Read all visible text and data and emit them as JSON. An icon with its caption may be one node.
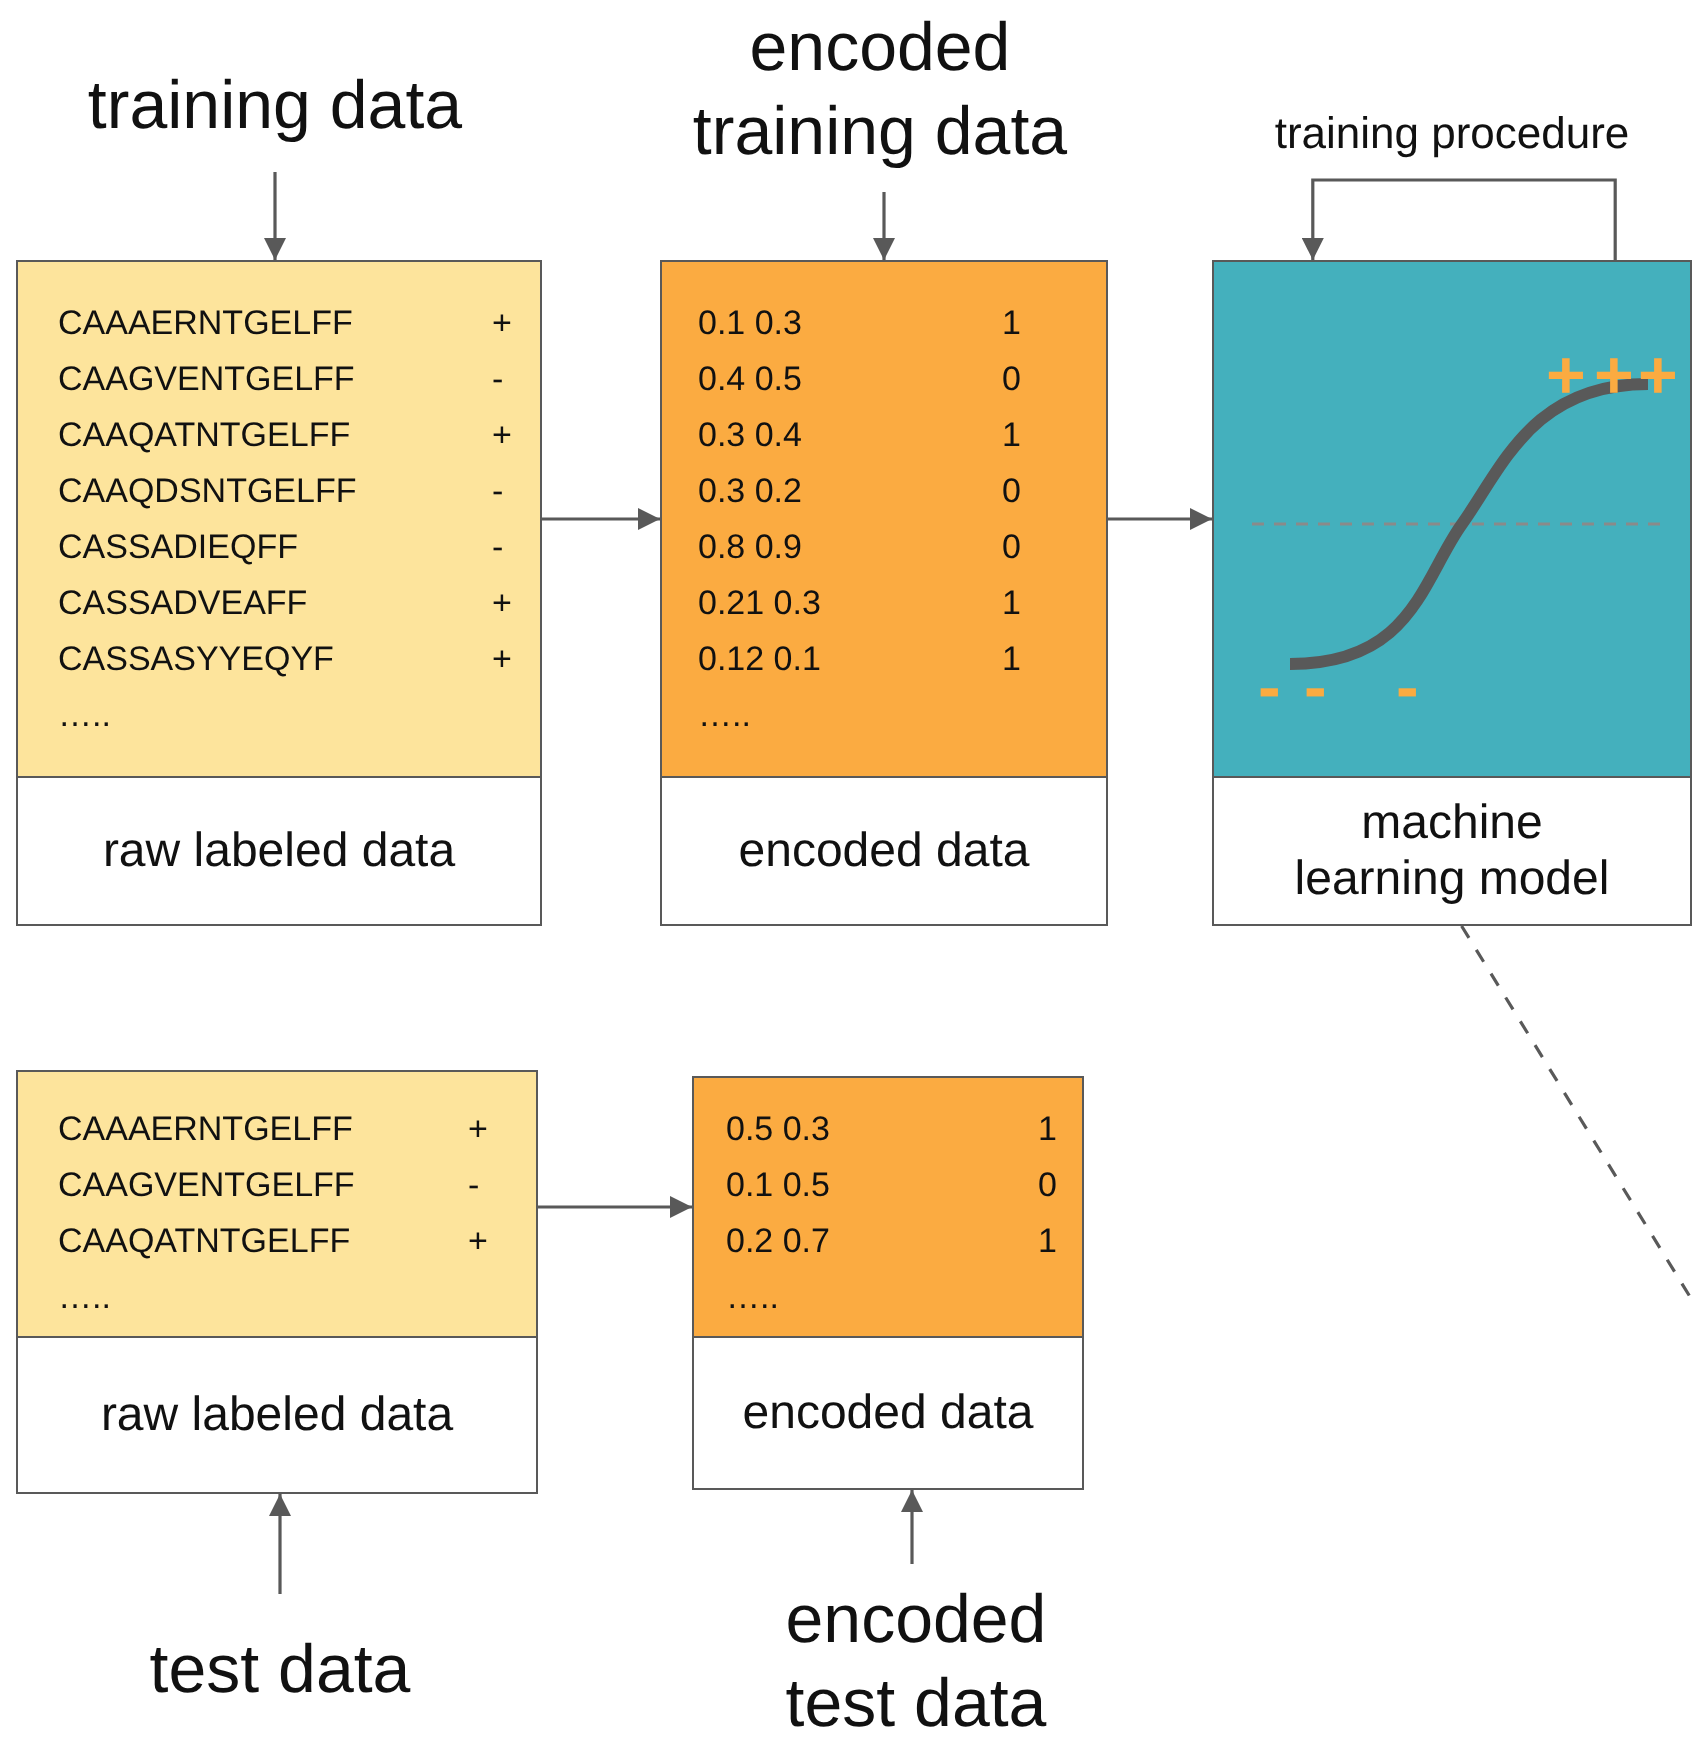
{
  "diagram": {
    "nodes": [
      {
        "text": [
          "training data"
        ]
      },
      {
        "text": [
          "CAAAERNTGELFF",
          "+",
          "CAAGVENTGELFF",
          "-",
          "CAAQATNTGELFF",
          "+",
          "CAAQDSNTGELFF",
          "-",
          "CASSADIEQFF",
          "-",
          "CASSADVEAFF",
          "+",
          "CASSASYYEQYF",
          "+",
          "….."
        ]
      },
      {
        "text": [
          "raw labeled data"
        ]
      },
      {
        "text": [
          "encoded training data"
        ]
      },
      {
        "text": [
          "0.1 0.3",
          "1",
          "0.4 0.5",
          "0",
          "0.3 0.4",
          "1",
          "0.3 0.2",
          "0",
          "0.8 0.9",
          "0",
          "0.21 0.3",
          "1",
          "0.12 0.1",
          "1",
          "….."
        ]
      },
      {
        "text": [
          "encoded data"
        ]
      },
      {
        "text": [
          "training procedure"
        ]
      },
      {
        "text": [
          "+",
          "+",
          "+",
          "-",
          "-",
          "-"
        ]
      },
      {
        "text": [
          "machine learning model"
        ]
      },
      {
        "text": [
          "CAAAERNTGELFF",
          "+",
          "CAAGVENTGELFF",
          "-",
          "CAAQATNTGELFF",
          "+",
          "….."
        ]
      },
      {
        "text": [
          "raw labeled data"
        ]
      },
      {
        "text": [
          "0.5 0.3",
          "1",
          "0.1 0.5",
          "0",
          "0.2 0.7",
          "1",
          "….."
        ]
      },
      {
        "text": [
          "encoded data"
        ]
      },
      {
        "text": [
          "test data"
        ]
      },
      {
        "text": [
          "encoded test data"
        ]
      }
    ],
    "edges": [
      {
        "from": 0,
        "to": 1,
        "arrow": "to"
      },
      {
        "from": 3,
        "to": 4,
        "arrow": "to"
      },
      {
        "from": 1,
        "to": 4,
        "arrow": "to"
      },
      {
        "from": 4,
        "to": 7,
        "arrow": "to"
      },
      {
        "from": 7,
        "to": 7,
        "arrow": "to"
      },
      {
        "from": 8,
        "to": null,
        "arrow": "none",
        "style": "dashed"
      },
      {
        "from": 9,
        "to": 11,
        "arrow": "to"
      },
      {
        "from": 13,
        "to": 10,
        "arrow": "to"
      },
      {
        "from": 14,
        "to": 12,
        "arrow": "to"
      }
    ]
  }
}
